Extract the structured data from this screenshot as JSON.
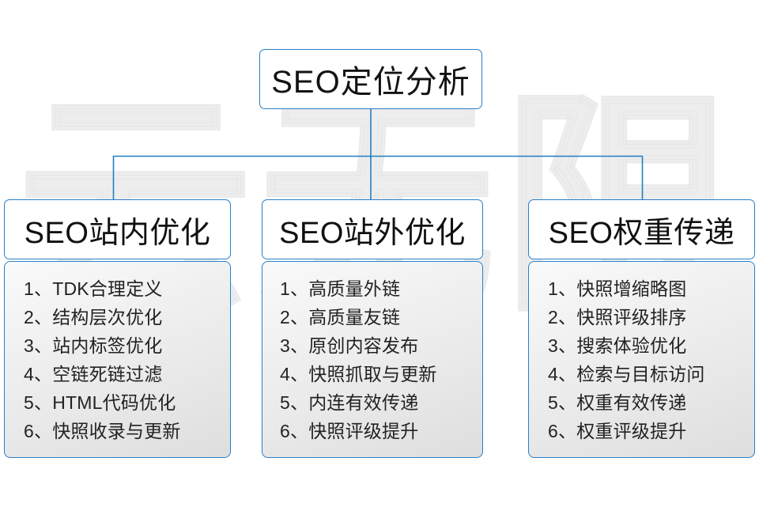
{
  "watermark": {
    "text": "云无限"
  },
  "title": {
    "label": "SEO定位分析"
  },
  "columns": [
    {
      "header": "SEO站内优化",
      "items": [
        "1、TDK合理定义",
        "2、结构层次优化",
        "3、站内标签优化",
        "4、空链死链过滤",
        "5、HTML代码优化",
        "6、快照收录与更新"
      ]
    },
    {
      "header": "SEO站外优化",
      "items": [
        "1、高质量外链",
        "2、高质量友链",
        "3、原创内容发布",
        "4、快照抓取与更新",
        "5、内连有效传递",
        "6、快照评级提升"
      ]
    },
    {
      "header": "SEO权重传递",
      "items": [
        "1、快照增缩略图",
        "2、快照评级排序",
        "3、搜索体验优化",
        "4、检索与目标访问",
        "5、权重有效传递",
        "6、权重评级提升"
      ]
    }
  ],
  "colors": {
    "border_blue": "#2a7fc9",
    "connector_blue": "#1f7fc4",
    "text_dark": "#131313",
    "body_gradient_start": "#fafafa",
    "body_gradient_end": "#dedede",
    "watermark_grey": "#ededed",
    "page_background": "#ffffff"
  }
}
